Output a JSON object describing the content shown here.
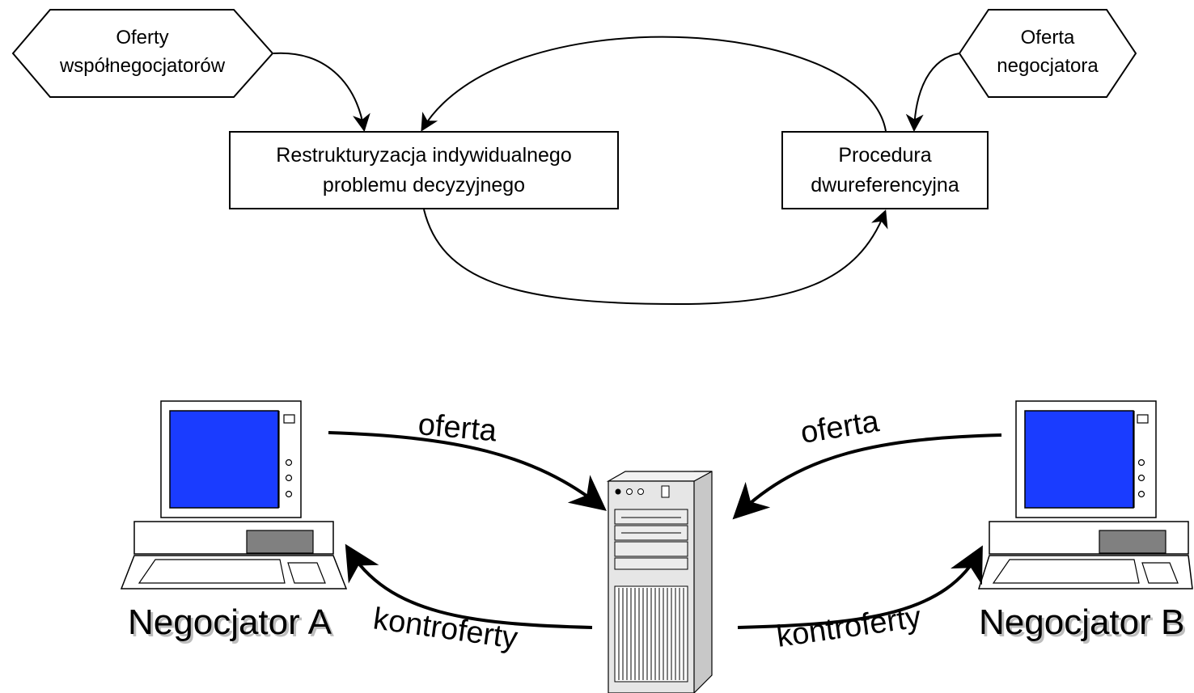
{
  "top_diagram": {
    "input_a": [
      "Oferty",
      "współnegocjatorów"
    ],
    "input_b": [
      "Oferta",
      "negocjatora"
    ],
    "process_a": [
      "Restrukturyzacja indywidualnego",
      "problemu decyzyjnego"
    ],
    "process_b": [
      "Procedura",
      "dwureferencyjna"
    ]
  },
  "bottom_diagram": {
    "client_a": "Negocjator A",
    "client_b": "Negocjator B",
    "offer_left": "oferta",
    "offer_right": "oferta",
    "counter_left": "kontroferty",
    "counter_right": "kontroferty"
  },
  "colors": {
    "screen": "#1a3cff",
    "monitor_body": "#ffffff",
    "drive": "#808080",
    "server_front": "#e6e6e6",
    "server_side": "#c8c8c8"
  }
}
